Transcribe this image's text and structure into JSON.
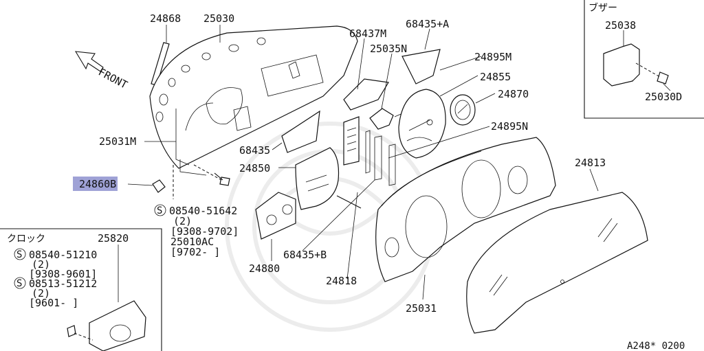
{
  "direction_label": "FRONT",
  "highlight_color": "#9fa2d6",
  "parts": {
    "p24868": "24868",
    "p25030": "25030",
    "p68437M": "68437M",
    "p68435A": "68435+A",
    "p25035N": "25035N",
    "p24895M": "24895M",
    "p24855": "24855",
    "p24870": "24870",
    "p24895N": "24895N",
    "p25031M": "25031M",
    "p68435": "68435",
    "p24850": "24850",
    "p24813": "24813",
    "p24860B": "24860B",
    "p24880": "24880",
    "p68435B": "68435+B",
    "p24818": "24818",
    "p25031": "25031",
    "p25820": "25820",
    "p25038": "25038",
    "p25030D": "25030D"
  },
  "main_screw": {
    "part_no": "08540-51642",
    "qty": "(2)",
    "range": "[9308-9702]",
    "alt_part": "25010AC",
    "alt_range": "[9702-     ]"
  },
  "clock_panel": {
    "title": "クロック",
    "screw1_no": "08540-51210",
    "screw1_qty": "(2)",
    "screw1_range": "[9308-9601]",
    "screw2_no": "08513-51212",
    "screw2_qty": "(2)",
    "screw2_range": "[9601-     ]",
    "s_mark": "S"
  },
  "buzzer_panel": {
    "title": "ブザー"
  },
  "footer_code": "A248* 0200"
}
